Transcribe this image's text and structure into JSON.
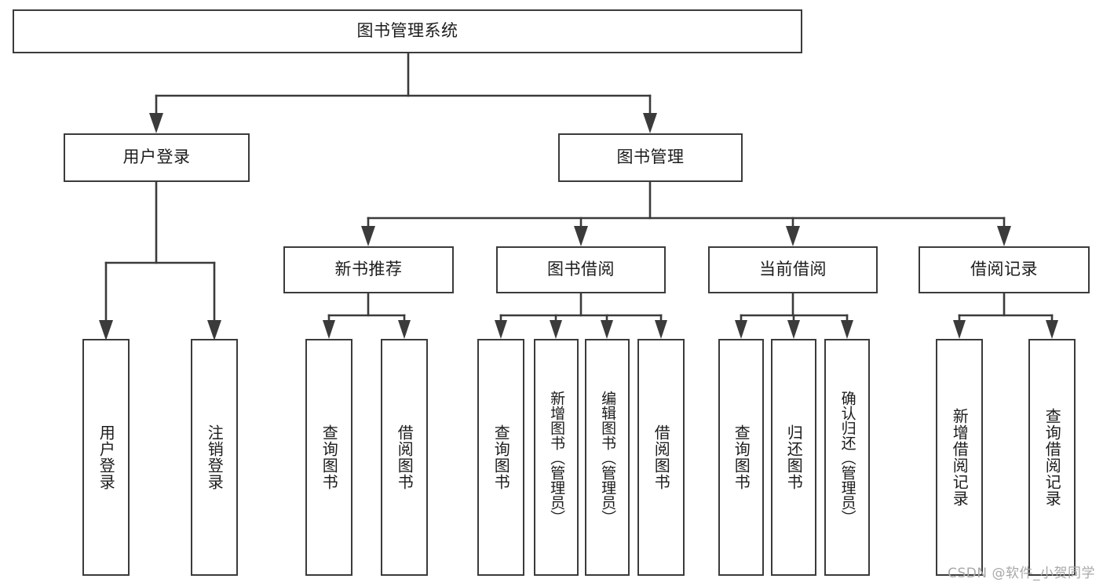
{
  "diagram": {
    "type": "tree",
    "title": "图书管理系统",
    "watermark": "CSDN @软件_小贺同学",
    "edge_color": "#3b3b3b",
    "box_border_color": "#3b3b3b",
    "box_fill_color": "#ffffff",
    "text_color": "#1c1c1c"
  },
  "nodes": {
    "root": {
      "label": "图书管理系统"
    },
    "level2": [
      {
        "label": "用户登录"
      },
      {
        "label": "图书管理"
      }
    ],
    "level3": [
      {
        "label": "新书推荐"
      },
      {
        "label": "图书借阅"
      },
      {
        "label": "当前借阅"
      },
      {
        "label": "借阅记录"
      }
    ],
    "leaves": {
      "user_login": [
        {
          "label": "用户登录"
        },
        {
          "label": "注销登录"
        }
      ],
      "new_book": [
        {
          "label": "查询图书"
        },
        {
          "label": "借阅图书"
        }
      ],
      "book_borrow": [
        {
          "label": "查询图书"
        },
        {
          "label": "新增图书（管理员）"
        },
        {
          "label": "编辑图书（管理员）"
        },
        {
          "label": "借阅图书"
        }
      ],
      "current_borrow": [
        {
          "label": "查询图书"
        },
        {
          "label": "归还图书"
        },
        {
          "label": "确认归还（管理员）"
        }
      ],
      "borrow_record": [
        {
          "label": "新增借阅记录"
        },
        {
          "label": "查询借阅记录"
        }
      ]
    }
  }
}
